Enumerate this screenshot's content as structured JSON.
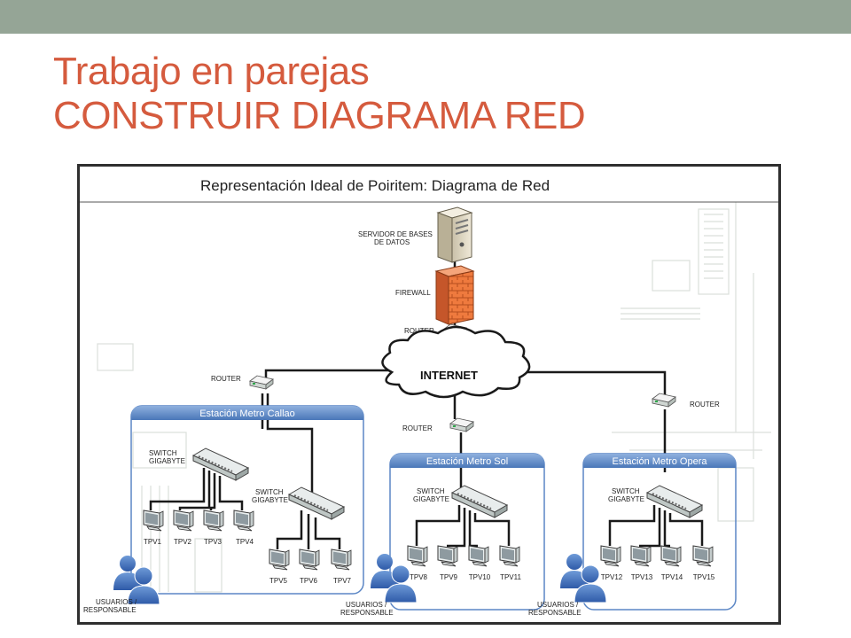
{
  "slide": {
    "title_line1": "Trabajo en parejas",
    "title_line2": "CONSTRUIR DIAGRAMA RED"
  },
  "colors": {
    "topbar": "#95a596",
    "title": "#d55b3e",
    "station_header": "#5b86c5",
    "cable": "#1a1a1a",
    "firewall": "#e8703a"
  },
  "diagram": {
    "heading": "Representación Ideal de Poiritem: Diagrama de Red",
    "server_label_1": "SERVIDOR DE BASES",
    "server_label_2": "DE DATOS",
    "firewall_label": "FIREWALL",
    "router_top_label": "ROUTER",
    "internet_label": "INTERNET",
    "router_left_label": "ROUTER",
    "router_mid_label": "ROUTER",
    "router_right_label": "ROUTER",
    "stations": {
      "callao": {
        "title": "Estación Metro Callao",
        "switch1_line1": "SWITCH",
        "switch1_line2": "GIGABYTE",
        "switch2_line1": "SWITCH",
        "switch2_line2": "GIGABYTE",
        "group1_tpvs": [
          "TPV1",
          "TPV2",
          "TPV3",
          "TPV4"
        ],
        "group2_tpvs": [
          "TPV5",
          "TPV6",
          "TPV7"
        ],
        "users_line1": "USUARIOS /",
        "users_line2": "RESPONSABLE"
      },
      "sol": {
        "title": "Estación Metro Sol",
        "switch_line1": "SWITCH",
        "switch_line2": "GIGABYTE",
        "tpvs": [
          "TPV8",
          "TPV9",
          "TPV10",
          "TPV11"
        ],
        "users_line1": "USUARIOS /",
        "users_line2": "RESPONSABLE"
      },
      "opera": {
        "title": "Estación Metro Opera",
        "switch_line1": "SWITCH",
        "switch_line2": "GIGABYTE",
        "tpvs": [
          "TPV12",
          "TPV13",
          "TPV14",
          "TPV15"
        ],
        "users_line1": "USUARIOS /",
        "users_line2": "RESPONSABLE"
      }
    }
  }
}
